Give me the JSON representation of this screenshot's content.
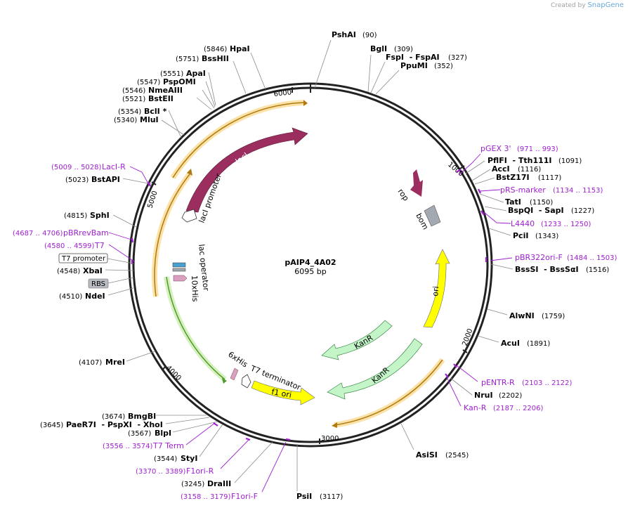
{
  "credit": {
    "prefix": "Created by",
    "brand": "SnapGene"
  },
  "plasmid": {
    "name": "pAIP4_4A02",
    "length_label": "6095 bp",
    "length": 6095
  },
  "ticks": [
    {
      "label": "1000",
      "pos": 1000
    },
    {
      "label": "2000",
      "pos": 2000
    },
    {
      "label": "3000",
      "pos": 3000
    },
    {
      "label": "4000",
      "pos": 4000
    },
    {
      "label": "5000",
      "pos": 5000
    },
    {
      "label": "6000",
      "pos": 6000
    }
  ],
  "enzymes": [
    {
      "name": "PshAI",
      "pos_label": "(90)",
      "cut": 90
    },
    {
      "name": "BglI",
      "pos_label": "(309)",
      "cut": 309
    },
    {
      "name": "FspI  - FspAI",
      "pos_label": "(327)",
      "cut": 327
    },
    {
      "name": "PpuMI",
      "pos_label": "(352)",
      "cut": 352
    },
    {
      "name": "PflFI  - Tth111I",
      "pos_label": "(1091)",
      "cut": 1091
    },
    {
      "name": "AccI",
      "pos_label": "(1116)",
      "cut": 1116
    },
    {
      "name": "BstZ17I",
      "pos_label": "(1117)",
      "cut": 1117
    },
    {
      "name": "TatI",
      "pos_label": "(1150)",
      "cut": 1150
    },
    {
      "name": "BspQI  - SapI",
      "pos_label": "(1227)",
      "cut": 1227
    },
    {
      "name": "PciI",
      "pos_label": "(1343)",
      "cut": 1343
    },
    {
      "name": "BssSI  - BssSαI",
      "pos_label": "(1516)",
      "cut": 1516
    },
    {
      "name": "AlwNI",
      "pos_label": "(1759)",
      "cut": 1759
    },
    {
      "name": "AcuI",
      "pos_label": "(1891)",
      "cut": 1891
    },
    {
      "name": "NruI",
      "pos_label": "(2202)",
      "cut": 2202
    },
    {
      "name": "AsiSI",
      "pos_label": "(2545)",
      "cut": 2545
    },
    {
      "name": "PsiI",
      "pos_label": "(3117)",
      "cut": 3117
    },
    {
      "name": "DraIII",
      "pos_label": "(3245)",
      "cut": 3245
    },
    {
      "name": "StyI",
      "pos_label": "(3544)",
      "cut": 3544
    },
    {
      "name": "BlpI",
      "pos_label": "(3567)",
      "cut": 3567
    },
    {
      "name": "PaeR7I  - PspXI  - XhoI",
      "pos_label": "(3645)",
      "cut": 3645
    },
    {
      "name": "BmgBI",
      "pos_label": "(3674)",
      "cut": 3674
    },
    {
      "name": "MreI",
      "pos_label": "(4107)",
      "cut": 4107
    },
    {
      "name": "NdeI",
      "pos_label": "(4510)",
      "cut": 4510
    },
    {
      "name": "XbaI",
      "pos_label": "(4548)",
      "cut": 4548
    },
    {
      "name": "SphI",
      "pos_label": "(4815)",
      "cut": 4815
    },
    {
      "name": "BstAPI",
      "pos_label": "(5023)",
      "cut": 5023
    },
    {
      "name": "MluI",
      "pos_label": "(5340)",
      "cut": 5340
    },
    {
      "name": "BclI *",
      "pos_label": "(5354)",
      "cut": 5354
    },
    {
      "name": "BstEII",
      "pos_label": "(5521)",
      "cut": 5521
    },
    {
      "name": "NmeAIII",
      "pos_label": "(5546)",
      "cut": 5546
    },
    {
      "name": "PspOMI",
      "pos_label": "(5547)",
      "cut": 5547
    },
    {
      "name": "ApaI",
      "pos_label": "(5551)",
      "cut": 5551
    },
    {
      "name": "BssHII",
      "pos_label": "(5751)",
      "cut": 5751
    },
    {
      "name": "HpaI",
      "pos_label": "(5846)",
      "cut": 5846
    }
  ],
  "primers": [
    {
      "name": "pGEX 3'",
      "range": "(971 .. 993)",
      "start": 971,
      "end": 993
    },
    {
      "name": "pRS-marker",
      "range": "(1134 .. 1153)",
      "start": 1134,
      "end": 1153
    },
    {
      "name": "L4440",
      "range": "(1233 .. 1250)",
      "start": 1233,
      "end": 1250
    },
    {
      "name": "pBR322ori-F",
      "range": "(1484 .. 1503)",
      "start": 1484,
      "end": 1503
    },
    {
      "name": "pENTR-R",
      "range": "(2103 .. 2122)",
      "start": 2103,
      "end": 2122
    },
    {
      "name": "Kan-R",
      "range": "(2187 .. 2206)",
      "start": 2187,
      "end": 2206
    },
    {
      "name": "F1ori-F",
      "range": "(3158 .. 3179)",
      "start": 3158,
      "end": 3179
    },
    {
      "name": "F1ori-R",
      "range": "(3370 .. 3389)",
      "start": 3370,
      "end": 3389
    },
    {
      "name": "T7 Term",
      "range": "(3556 .. 3574)",
      "start": 3556,
      "end": 3574
    },
    {
      "name": "T7",
      "range": "(4580 .. 4599)",
      "start": 4580,
      "end": 4599
    },
    {
      "name": "pBRrevBam",
      "range": "(4687 .. 4706)",
      "start": 4687,
      "end": 4706
    },
    {
      "name": "LacI-R",
      "range": "(5009 .. 5028)",
      "start": 5009,
      "end": 5028
    }
  ],
  "features": [
    {
      "label": "lacI",
      "color": "#9b2d5f"
    },
    {
      "label": "lacI promoter",
      "color": "#ffffff"
    },
    {
      "label": "rop",
      "color": "#9b2d5f"
    },
    {
      "label": "bom",
      "color": "#a3a9b0"
    },
    {
      "label": "ori",
      "color": "#ffff00"
    },
    {
      "label": "KanR",
      "color": "#c3f5c8"
    },
    {
      "label": "KanR",
      "color": "#c3f5c8"
    },
    {
      "label": "f1 ori",
      "color": "#ffff00"
    },
    {
      "label": "T7 terminator",
      "color": "#ffffff"
    },
    {
      "label": "6xHis",
      "color": "#d9a0c0"
    },
    {
      "label": "lac operator",
      "color": "#4aa0d0"
    },
    {
      "label": "10xHis",
      "color": "#d9a0c0"
    }
  ],
  "boxed_labels": {
    "t7_promoter": "T7 promoter",
    "rbs": "RBS"
  },
  "colors": {
    "backbone": "#222222",
    "orf_highlight": "#f5b942",
    "orf_green": "#4f9b2a",
    "enzyme_text": "#000000",
    "primer_text": "#a020d0"
  }
}
